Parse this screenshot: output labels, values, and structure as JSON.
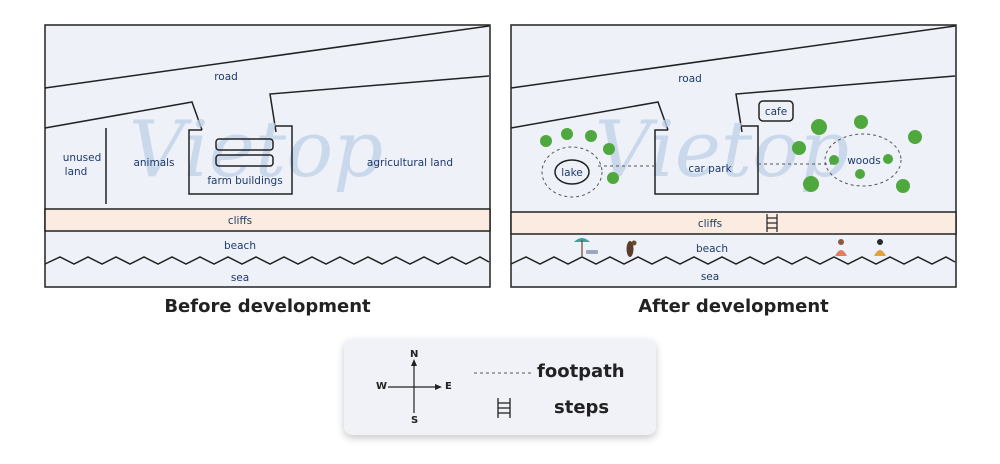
{
  "before": {
    "caption": "Before development",
    "labels": {
      "road": "road",
      "unused_land": [
        "unused",
        "land"
      ],
      "animals": "animals",
      "farm_buildings": "farm buildings",
      "agricultural_land": "agricultural land",
      "cliffs": "cliffs",
      "beach": "beach",
      "sea": "sea"
    }
  },
  "after": {
    "caption": "After development",
    "labels": {
      "road": "road",
      "cafe": "cafe",
      "lake": "lake",
      "car_park": "car park",
      "woods": "woods",
      "cliffs": "cliffs",
      "beach": "beach",
      "sea": "sea"
    }
  },
  "watermark": "Vietop",
  "legend": {
    "compass": {
      "north": "N",
      "south": "S",
      "east": "E",
      "west": "W"
    },
    "footpath": "footpath",
    "steps": "steps"
  },
  "colors": {
    "land": "#eef1f8",
    "cliffs": "#fcebe0",
    "outline": "#222222",
    "text": "#1e3a6b",
    "tree": "#4ea83e",
    "watermark": "#bfd0e8"
  }
}
